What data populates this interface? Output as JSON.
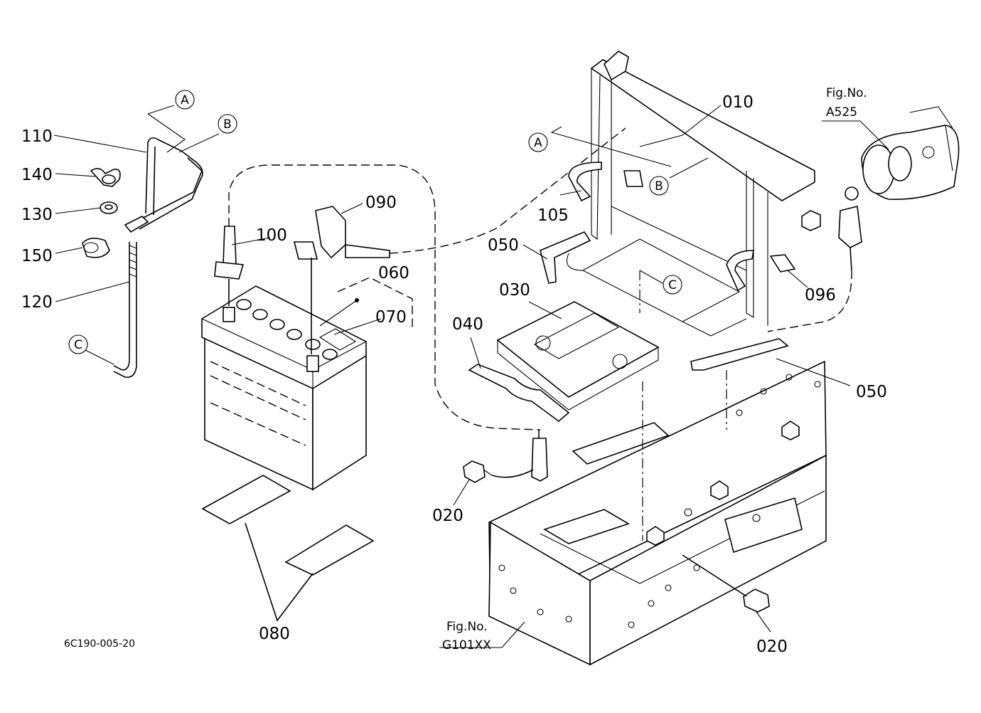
{
  "diagram": {
    "code": "6C190-005-20",
    "part_labels": {
      "p010": "010",
      "p020a": "020",
      "p020b": "020",
      "p030": "030",
      "p040": "040",
      "p050a": "050",
      "p050b": "050",
      "p060": "060",
      "p070": "070",
      "p080": "080",
      "p090": "090",
      "p096": "096",
      "p100": "100",
      "p105": "105",
      "p110": "110",
      "p120": "120",
      "p130": "130",
      "p140": "140",
      "p150": "150"
    },
    "callouts": {
      "a1": "A",
      "b1": "B",
      "c1": "C",
      "a2": "A",
      "b2": "B",
      "c2": "C"
    },
    "fig_refs": {
      "starter_fig": "Fig.No.",
      "starter_num": "A525",
      "frame_fig": "Fig.No.",
      "frame_num": "G101XX"
    }
  }
}
